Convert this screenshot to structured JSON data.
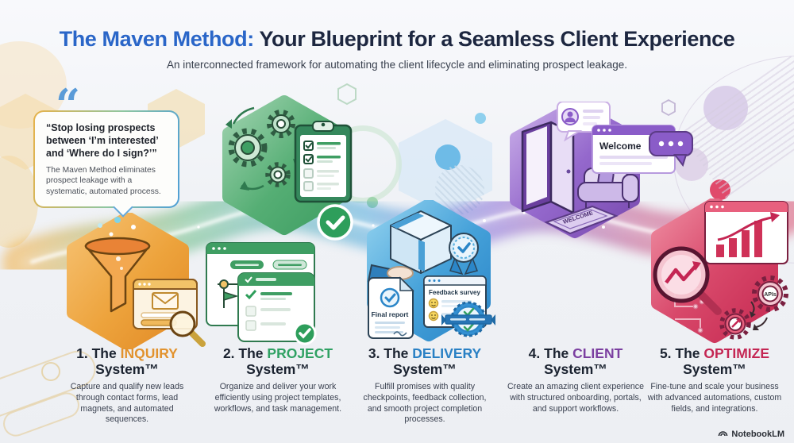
{
  "header": {
    "title_accent": "The Maven Method:",
    "title_rest": " Your Blueprint for a Seamless Client Experience",
    "subtitle": "An interconnected framework for automating the client lifecycle and eliminating prospect leakage."
  },
  "quote": {
    "mark": "“",
    "headline": "“Stop losing prospects between ‘I’m interested’ and ‘Where do I sign?’”",
    "body": "The Maven Method eliminates prospect leakage with a systematic, automated process."
  },
  "systems": [
    {
      "prefix": "1. The ",
      "keyword": "INQUIRY",
      "line2": "System™",
      "color": "#E2922D",
      "description": "Capture and qualify new leads through contact forms, lead magnets, and automated sequences."
    },
    {
      "prefix": "2. The ",
      "keyword": "PROJECT",
      "line2": "System™",
      "color": "#2FA163",
      "description": "Organize and deliver your work efficiently using project templates, workflows, and task management."
    },
    {
      "prefix": "3. The ",
      "keyword": "DELIVERY",
      "line2": "System™",
      "color": "#2980C4",
      "description": "Fulfill promises with quality checkpoints, feedback collection, and smooth project completion processes."
    },
    {
      "prefix": "4. The ",
      "keyword": "CLIENT",
      "line2": "System™",
      "color": "#7B3FA0",
      "description": "Create an amazing client experience with structured onboarding, portals, and support workflows."
    },
    {
      "prefix": "5. The ",
      "keyword": "OPTIMIZE",
      "line2": "System™",
      "color": "#C42653",
      "description": "Fine-tune and scale your business with advanced automations, custom fields, and integrations."
    }
  ],
  "illustrations": {
    "client_window_title": "Welcome",
    "client_mat_label": "WELCOME",
    "delivery_report_label": "Final report",
    "delivery_survey_label": "Feedback survey",
    "optimize_gear_label": "APIs"
  },
  "footer": {
    "brand": "NotebookLM"
  }
}
